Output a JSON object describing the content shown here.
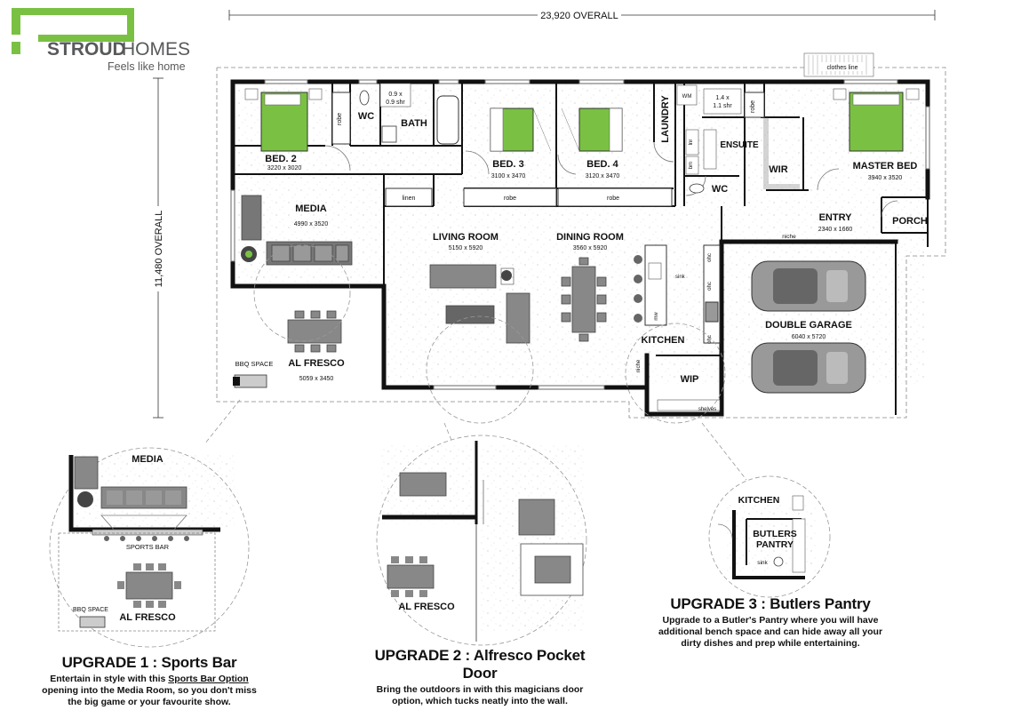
{
  "brand": {
    "name_bold": "STROUD",
    "name_light": "HOMES",
    "tagline": "Feels like home",
    "color_green": "#7ac143",
    "color_grey": "#58595b"
  },
  "dimensions": {
    "overall_width": "23,920 OVERALL",
    "overall_depth": "11,480 OVERALL"
  },
  "rooms": {
    "bed2": {
      "name": "BED. 2",
      "size": "3220 x 3020"
    },
    "bed3": {
      "name": "BED. 3",
      "size": "3100 x 3470"
    },
    "bed4": {
      "name": "BED. 4",
      "size": "3120 x 3470"
    },
    "master": {
      "name": "MASTER BED",
      "size": "3940 x 3520"
    },
    "media": {
      "name": "MEDIA",
      "size": "4990 x 3520"
    },
    "living": {
      "name": "LIVING ROOM",
      "size": "5150 x 5920"
    },
    "dining": {
      "name": "DINING ROOM",
      "size": "3560 x 5920"
    },
    "alfresco": {
      "name": "AL FRESCO",
      "size": "5059 x 3450"
    },
    "garage": {
      "name": "DOUBLE GARAGE",
      "size": "6040 x 5720"
    },
    "entry": {
      "name": "ENTRY",
      "size": "2340 x 1660"
    },
    "porch": {
      "name": "PORCH"
    },
    "kitchen": {
      "name": "KITCHEN"
    },
    "wip": {
      "name": "WIP"
    },
    "wir": {
      "name": "WIR"
    },
    "ensuite": {
      "name": "ENSUITE"
    },
    "laundry": {
      "name": "LAUNDRY"
    },
    "bath": {
      "name": "BATH"
    },
    "wc1": {
      "name": "WC"
    },
    "wc2": {
      "name": "WC"
    }
  },
  "small_labels": {
    "robe": "robe",
    "linen": "linen",
    "niche": "niche",
    "sink": "sink",
    "shelves": "shelves",
    "clothes_line": "clothes line",
    "bbq_space": "BBQ SPACE",
    "shower1_a": "0.9 x",
    "shower1_b": "0.9 shr",
    "shower2_a": "1.4 x",
    "shower2_b": "1.1 shr",
    "wm": "WM",
    "lnr": "lnr",
    "bm": "bm",
    "ohc": "ohc",
    "mw": "mw"
  },
  "upgrade1": {
    "title": "UPGRADE 1 : Sports Bar",
    "desc_a": "Entertain in style with this ",
    "desc_link": "Sports Bar Option",
    "desc_b": " opening into the Media Room, so you don't miss the big game or your favourite show.",
    "inset_media": "MEDIA",
    "inset_sports_bar": "SPORTS BAR",
    "inset_alfresco": "AL FRESCO",
    "inset_bbq": "BBQ SPACE"
  },
  "upgrade2": {
    "title": "UPGRADE 2 : Alfresco Pocket Door",
    "desc": "Bring the outdoors in with this magicians door option, which tucks neatly into the wall.",
    "inset_alfresco": "AL FRESCO"
  },
  "upgrade3": {
    "title": "UPGRADE 3 : Butlers Pantry",
    "desc": "Upgrade to a Butler's Pantry where you will have additional bench space and can hide away all your dirty dishes and prep while entertaining.",
    "inset_kitchen": "KITCHEN",
    "inset_butlers_a": "BUTLERS",
    "inset_butlers_b": "PANTRY",
    "inset_sink": "sink"
  }
}
